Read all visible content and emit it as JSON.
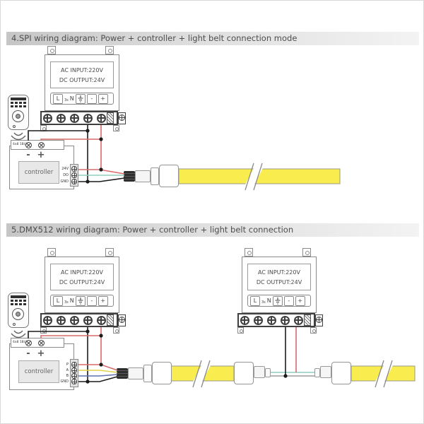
{
  "sections": [
    {
      "title": "4.SPI wiring diagram: Power + controller + light belt connection mode"
    },
    {
      "title": "5.DMX512 wiring diagram: Power + controller + light belt connection"
    }
  ],
  "psu": {
    "ac_input": "AC INPUT:220V",
    "dc_output": "DC OUTPUT:24V",
    "term_l": "L",
    "term_l_sub": "3s",
    "term_n": "N",
    "term_minus": "-",
    "term_plus": "+"
  },
  "controller": {
    "name": "controller",
    "top_label": "4x8 1B(/J",
    "minus": "-",
    "plus": "+",
    "spi_ports": [
      "24V",
      "DO",
      "GND"
    ],
    "dmx_ports": [
      "P",
      "A",
      "B",
      "GND"
    ]
  },
  "colors": {
    "belt": "#f8ec4e",
    "belt_border": "#9a9a85",
    "wire_red": "#d96a6a",
    "wire_black": "#1c1c1c",
    "wire_data": "#8fcfbf",
    "wire_yellow": "#e3d24b",
    "wire_blue": "#5f74b0",
    "wire_gray": "#9a9a9a",
    "break_line": "#8a8a8a"
  }
}
